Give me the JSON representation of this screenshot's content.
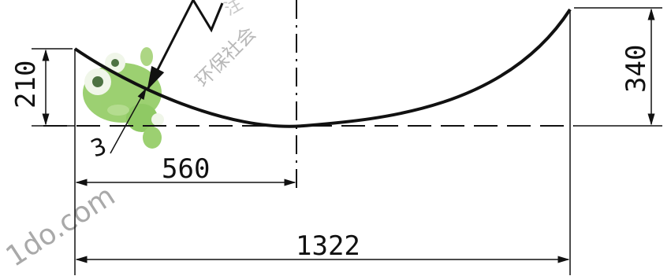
{
  "dimensions": {
    "left_height": "210",
    "right_height": "340",
    "half_span": "560",
    "total_span": "1322",
    "leader_label": "3"
  },
  "watermark": {
    "site_text": "1do.com",
    "chinese_text": "环保社会",
    "extra_chars": "注"
  },
  "colors": {
    "line": "#111111",
    "frog_green": "#7cc04a",
    "watermark_gray": "#b5b5b5"
  }
}
